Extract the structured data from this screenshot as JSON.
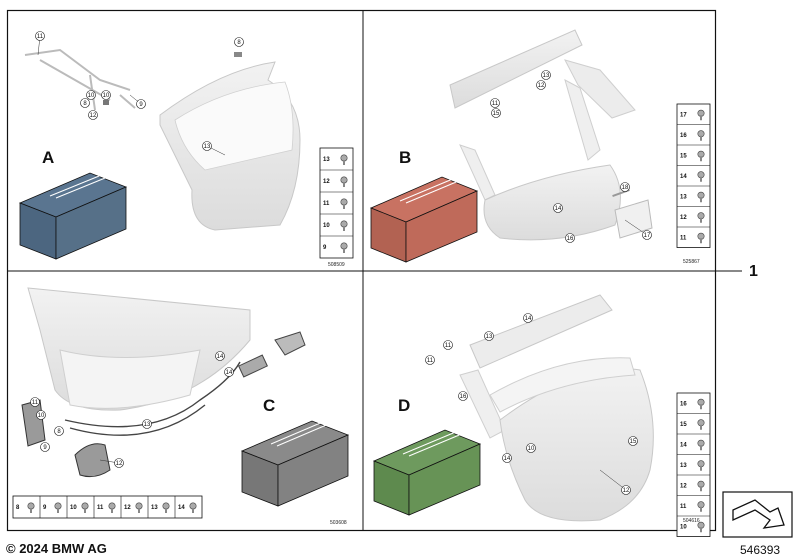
{
  "footer": {
    "copyright": "© 2024 BMW AG",
    "image_number": "546393"
  },
  "main_part_label": "1",
  "kits": [
    {
      "letter": "A",
      "color": "#5a7590",
      "ref": "508509",
      "legend": [
        "13",
        "12",
        "11",
        "10",
        "9"
      ],
      "callouts": [
        "11",
        "8",
        "10",
        "10",
        "8",
        "12",
        "9",
        "13"
      ]
    },
    {
      "letter": "B",
      "color": "#c87262",
      "ref": "525867",
      "legend": [
        "17",
        "16",
        "15",
        "14",
        "13",
        "12",
        "11"
      ],
      "callouts": [
        "13",
        "12",
        "11",
        "15",
        "18",
        "14",
        "16",
        "17"
      ]
    },
    {
      "letter": "C",
      "color": "#8a8a8a",
      "ref": "503608",
      "legend": [
        "8",
        "9",
        "10",
        "11",
        "12",
        "13",
        "14"
      ],
      "callouts": [
        "14",
        "14",
        "13",
        "12",
        "11",
        "10",
        "8",
        "9"
      ]
    },
    {
      "letter": "D",
      "color": "#6e9a5e",
      "ref": "504616",
      "legend": [
        "16",
        "15",
        "14",
        "13",
        "12",
        "11",
        "10"
      ],
      "callouts": [
        "14",
        "13",
        "11",
        "11",
        "16",
        "15",
        "14",
        "10",
        "12"
      ]
    }
  ]
}
